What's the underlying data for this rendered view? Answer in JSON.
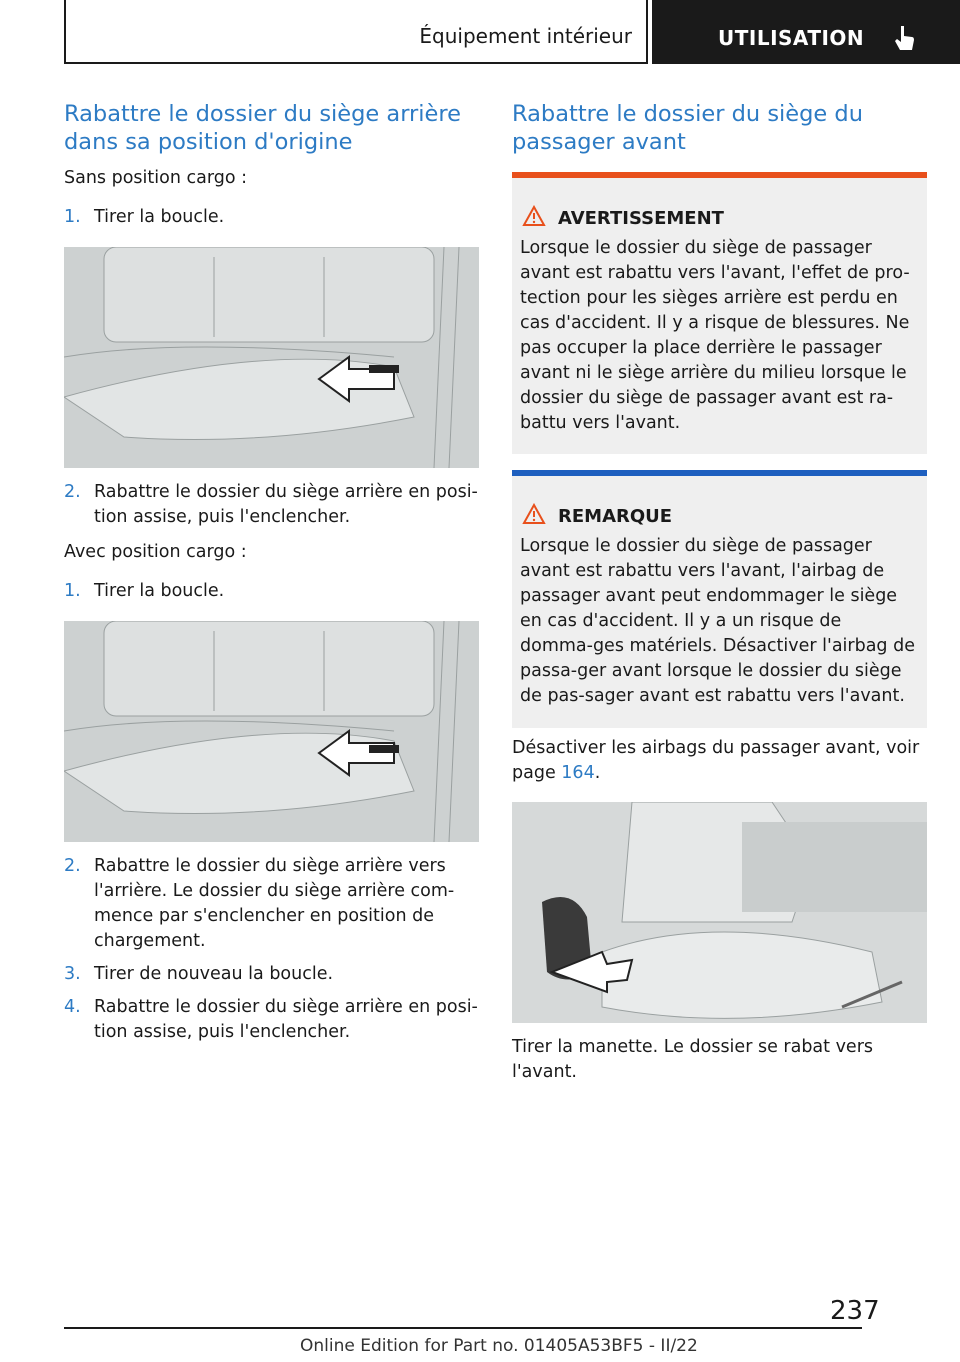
{
  "header": {
    "section_title": "Équipement intérieur",
    "chapter_title": "UTILISATION"
  },
  "left": {
    "heading": "Rabattre le dossier du siège arrière dans sa position d'origine",
    "intro_no_cargo": "Sans position cargo :",
    "steps_no_cargo": [
      {
        "num": "1.",
        "text": "Tirer la boucle."
      },
      {
        "num": "2.",
        "text": "Rabattre le dossier du siège arrière en posi-tion assise, puis l'enclencher."
      }
    ],
    "intro_cargo": "Avec position cargo :",
    "steps_cargo": [
      {
        "num": "1.",
        "text": "Tirer la boucle."
      },
      {
        "num": "2.",
        "text": "Rabattre le dossier du siège arrière vers l'arrière. Le dossier du siège arrière com-mence par s'enclencher en position de chargement."
      },
      {
        "num": "3.",
        "text": "Tirer de nouveau la boucle."
      },
      {
        "num": "4.",
        "text": "Rabattre le dossier du siège arrière en posi-tion assise, puis l'enclencher."
      }
    ]
  },
  "right": {
    "heading": "Rabattre le dossier du siège du passager avant",
    "warning": {
      "title": "AVERTISSEMENT",
      "color": "#e8501c",
      "text": "Lorsque le dossier du siège de passager avant est rabattu vers l'avant, l'effet de pro-tection pour les sièges arrière est perdu en cas d'accident. Il y a risque de blessures. Ne pas occuper la place derrière le passager avant ni le siège arrière du milieu lorsque le dossier du siège de passager avant est ra-battu vers l'avant."
    },
    "notice": {
      "title": "REMARQUE",
      "color": "#1e5fbf",
      "text": "Lorsque le dossier du siège de passager avant est rabattu vers l'avant, l'airbag de passager avant peut endommager le siège en cas d'accident. Il y a un risque de domma-ges matériels. Désactiver l'airbag de passa-ger avant lorsque le dossier du siège de pas-sager avant est rabattu vers l'avant."
    },
    "airbag_text": "Désactiver les airbags du passager avant, voir page",
    "airbag_page_link": "164",
    "airbag_text_end": ".",
    "caption": "Tirer la manette. Le dossier se rabat vers l'avant."
  },
  "footer": {
    "page_number": "237",
    "edition": "Online Edition for Part no. 01405A53BF5 - II/22"
  }
}
